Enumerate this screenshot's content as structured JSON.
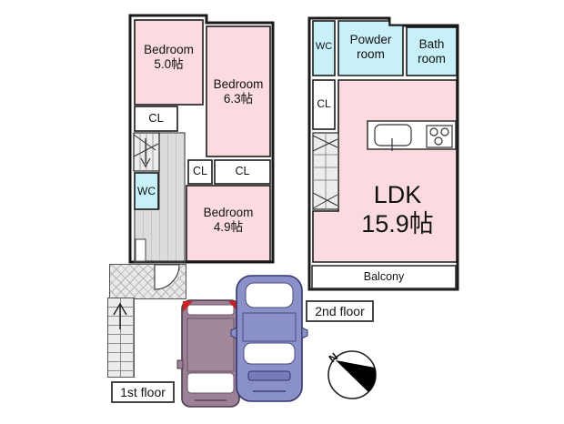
{
  "first_floor": {
    "label": "1st floor",
    "bedroom1_name": "Bedroom",
    "bedroom1_size": "5.0帖",
    "bedroom2_name": "Bedroom",
    "bedroom2_size": "6.3帖",
    "bedroom3_name": "Bedroom",
    "bedroom3_size": "4.9帖",
    "closet1": "CL",
    "closet2": "CL",
    "closet3": "CL",
    "wc": "WC"
  },
  "second_floor": {
    "label": "2nd floor",
    "wc": "WC",
    "powder_room": "Powder room",
    "bath_room": "Bath room",
    "closet": "CL",
    "ldk_name": "LDK",
    "ldk_size": "15.9帖",
    "balcony": "Balcony"
  },
  "compass": {
    "north": "N"
  },
  "colors": {
    "room_pink": "#fbdbe0",
    "wet_area_cyan": "#c7f0f8",
    "hallway_gray": "#dcdcdc",
    "wall": "#1a1a1a",
    "car_left_body": "#9c8095",
    "car_left_accent": "#cc2222",
    "car_right_body": "#8a90c8"
  }
}
